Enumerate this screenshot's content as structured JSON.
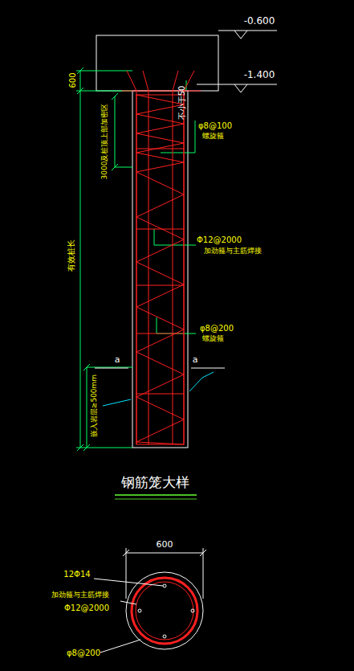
{
  "diagram": {
    "title": "钢筋笼大样",
    "labels": [
      "-0.600",
      "-1.400",
      "600",
      "不小于50",
      "3000及桩顶上部加密区",
      "φ8@100",
      "螺旋箍",
      "有效桩长",
      "Φ12@2000",
      "加劲箍与主筋焊接",
      "φ8@200",
      "螺旋箍",
      "a",
      "a",
      "嵌入岩层≥500mm",
      "600",
      "12Φ14",
      "加劲箍与主筋焊接",
      "Φ12@2000",
      "φ8@200"
    ]
  }
}
